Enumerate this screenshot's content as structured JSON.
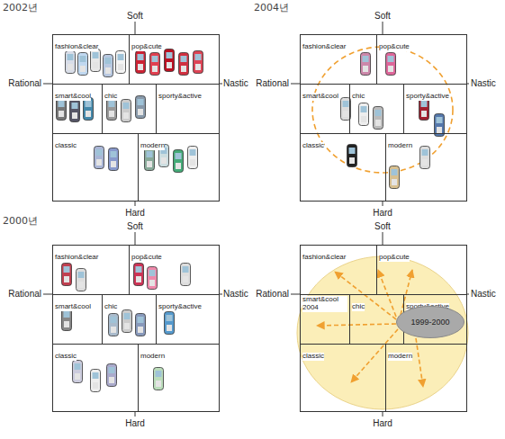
{
  "diagram": {
    "nodes": [
      {
        "text": [
          "fashion&clear"
        ]
      },
      {
        "text": [
          "pop&cute"
        ]
      },
      {
        "text": [
          "smart&cool"
        ]
      },
      {
        "text": [
          "chic"
        ]
      },
      {
        "text": [
          "sporty&active"
        ]
      },
      {
        "text": [
          "classic"
        ]
      },
      {
        "text": [
          "modern"
        ]
      },
      {
        "text": [
          "fashion&clear"
        ]
      },
      {
        "text": [
          "pop&cute"
        ]
      },
      {
        "text": [
          "smart&cool"
        ]
      },
      {
        "text": [
          "chic"
        ]
      },
      {
        "text": [
          "sporty&active"
        ]
      },
      {
        "text": [
          "classic"
        ]
      },
      {
        "text": [
          "modern"
        ]
      },
      {
        "text": [
          "fashion&clear"
        ]
      },
      {
        "text": [
          "pop&cute"
        ]
      },
      {
        "text": [
          "smart&cool"
        ]
      },
      {
        "text": [
          "chic"
        ]
      },
      {
        "text": [
          "sporty&active"
        ]
      },
      {
        "text": [
          "classic"
        ]
      },
      {
        "text": [
          "modern"
        ]
      },
      {
        "text": [
          "fashion&clear"
        ]
      },
      {
        "text": [
          "pop&cute"
        ]
      },
      {
        "text": [
          "smart&cool 2004"
        ]
      },
      {
        "text": [
          "chic"
        ]
      },
      {
        "text": [
          "sporty&active"
        ]
      },
      {
        "text": [
          "classic"
        ]
      },
      {
        "text": [
          "modern"
        ]
      },
      {
        "text": [
          "1999-2000"
        ]
      }
    ],
    "labels": [
      "2002년",
      "Soft",
      "Rational",
      "Nastic",
      "Hard",
      "2004년",
      "Soft",
      "Rational",
      "Nastic",
      "Hard",
      "2000년",
      "Soft",
      "Rational",
      "Nastic",
      "Hard",
      "Soft",
      "Rational",
      "Nastic",
      "Hard"
    ]
  }
}
